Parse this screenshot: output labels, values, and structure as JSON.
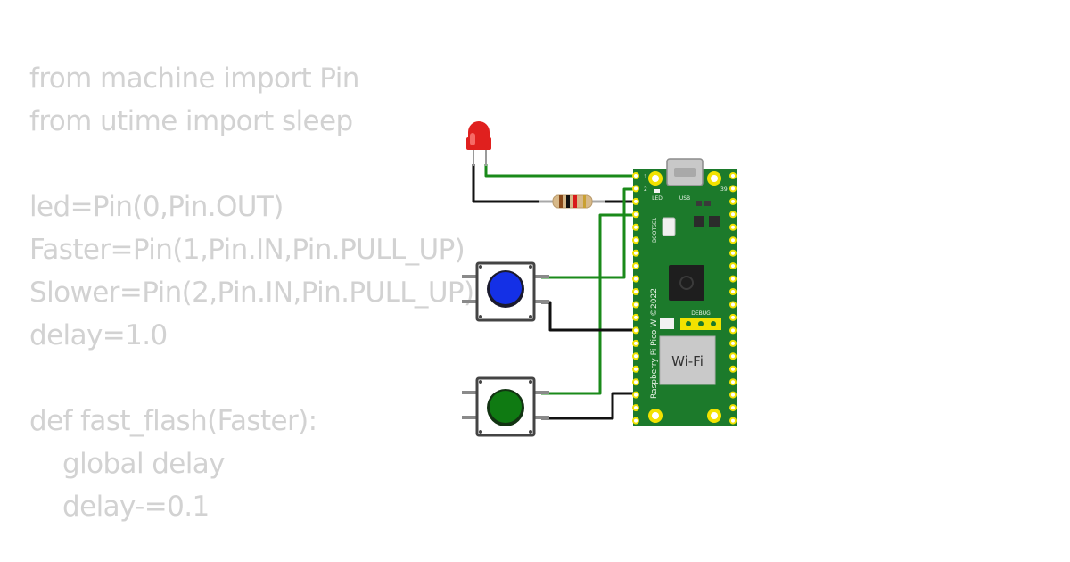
{
  "code": {
    "lines": [
      "from machine import Pin",
      "from utime import sleep",
      "",
      "led=Pin(0,Pin.OUT)",
      "Faster=Pin(1,Pin.IN,Pin.PULL_UP)",
      "Slower=Pin(2,Pin.IN,Pin.PULL_UP)",
      "delay=1.0",
      "",
      "def fast_flash(Faster):",
      "    global delay",
      "    delay-=0.1"
    ]
  },
  "board": {
    "model_label": "Raspberry Pi Pico W ©2022",
    "wifi_label": "Wi-Fi",
    "debug_label": "DEBUG",
    "usb_label": "USB",
    "led_label": "LED",
    "bootsel_label": "BOOTSEL",
    "pin1_label": "1",
    "pin2_label": "2",
    "pin39_label": "39",
    "color": "#1c7a2b"
  },
  "components": {
    "led_color": "#e0201e",
    "button_top_color": "#1430e6",
    "button_bottom_color": "#0f7a12"
  },
  "wires": {
    "signal_color": "#1a8a1a",
    "ground_color": "#111111"
  }
}
